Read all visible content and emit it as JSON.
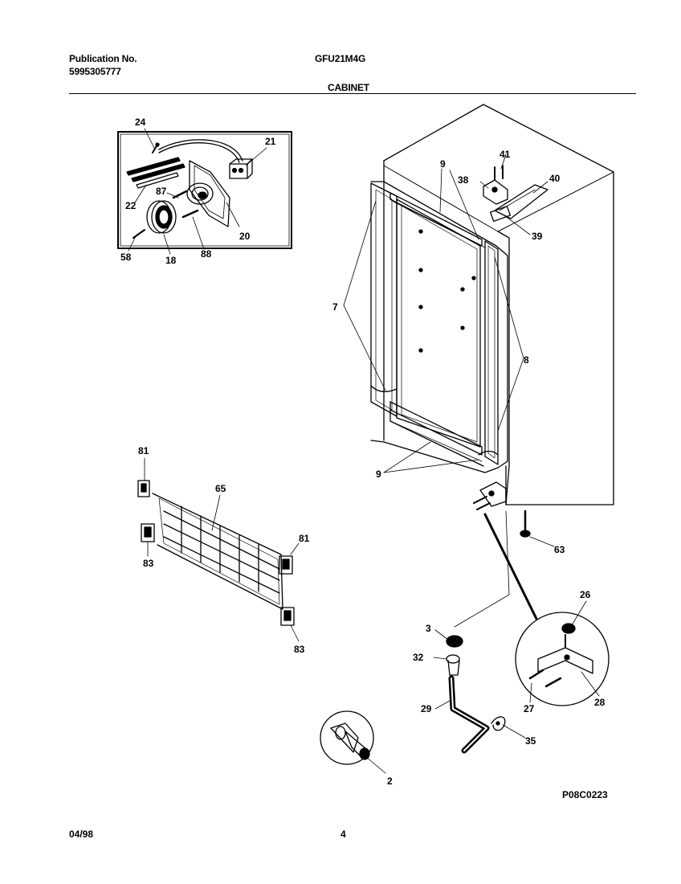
{
  "header": {
    "publication_label": "Publication No.",
    "publication_number": "5995305777",
    "model": "GFU21M4G",
    "section": "CABINET"
  },
  "footer": {
    "date": "04/98",
    "page": "4",
    "drawing_id": "P08C0223"
  },
  "callouts": {
    "c24": "24",
    "c21": "21",
    "c22": "22",
    "c87": "87",
    "c20": "20",
    "c58": "58",
    "c18": "18",
    "c88": "88",
    "c9_top": "9",
    "c41": "41",
    "c38": "38",
    "c40": "40",
    "c39": "39",
    "c7": "7",
    "c8": "8",
    "c9_bottom": "9",
    "c81_top": "81",
    "c65": "65",
    "c81_right": "81",
    "c83_left": "83",
    "c83_bottom": "83",
    "c63": "63",
    "c26": "26",
    "c3": "3",
    "c32": "32",
    "c29": "29",
    "c27": "27",
    "c28": "28",
    "c35": "35",
    "c2": "2"
  }
}
